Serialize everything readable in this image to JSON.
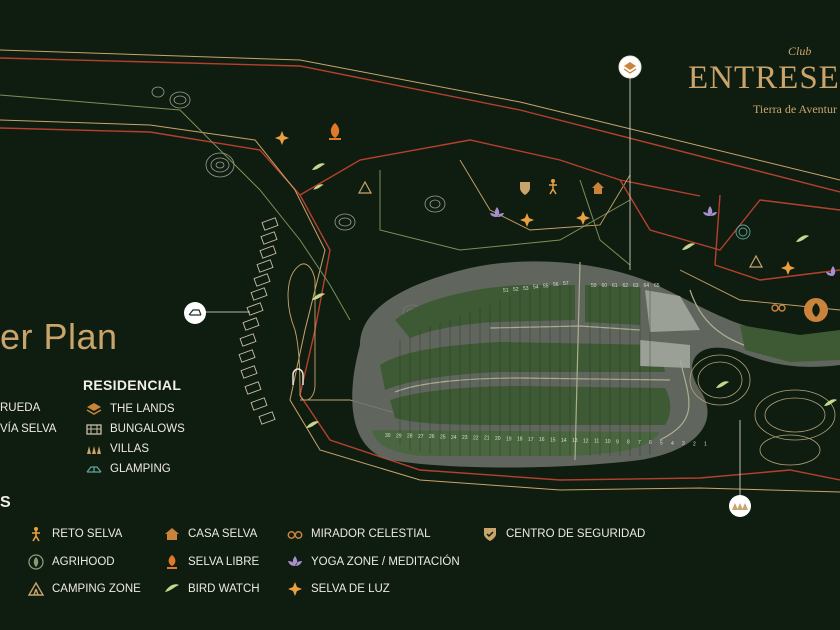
{
  "brand": {
    "club": "Club",
    "name": "ENTRESEL",
    "tagline": "Tierra de Aventur"
  },
  "title": "er Plan",
  "residential": {
    "heading": "RESIDENCIAL",
    "items": [
      {
        "label": "THE LANDS",
        "icon": "layers-icon"
      },
      {
        "label": "BUNGALOWS",
        "icon": "bungalow-icon"
      },
      {
        "label": "VILLAS",
        "icon": "villas-icon"
      },
      {
        "label": "GLAMPING",
        "icon": "glamping-icon"
      }
    ]
  },
  "left_legend": [
    "RUEDA",
    "VÍA SELVA"
  ],
  "amenities_heading": "S",
  "amenities": [
    {
      "label": "RETO SELVA",
      "icon": "hiker-icon"
    },
    {
      "label": "AGRIHOOD",
      "icon": "leaf-icon"
    },
    {
      "label": "CAMPING ZONE",
      "icon": "tent-icon"
    },
    {
      "label": "CASA SELVA",
      "icon": "house-icon"
    },
    {
      "label": "SELVA LIBRE",
      "icon": "flame-icon"
    },
    {
      "label": "BIRD WATCH",
      "icon": "bird-icon"
    },
    {
      "label": "MIRADOR CELESTIAL",
      "icon": "binoculars-icon"
    },
    {
      "label": "YOGA ZONE / MEDITACIÓN",
      "icon": "lotus-icon"
    },
    {
      "label": "SELVA DE LUZ",
      "icon": "sparkle-icon"
    },
    {
      "label": "CENTRO DE SEGURIDAD",
      "icon": "shield-icon"
    }
  ],
  "lot_labels": {
    "top_row": [
      "59",
      "60",
      "61",
      "62",
      "63",
      "64",
      "65"
    ],
    "top_row_left": [
      "57",
      "56",
      "55",
      "54",
      "53",
      "52",
      "51"
    ],
    "bottom_row": [
      "30",
      "29",
      "28",
      "27",
      "26",
      "25",
      "24",
      "23",
      "22",
      "21",
      "20",
      "19",
      "18",
      "17",
      "16",
      "15",
      "14",
      "13",
      "12",
      "11",
      "10",
      "9",
      "8",
      "7",
      "6",
      "5",
      "4",
      "3",
      "2",
      "1"
    ]
  },
  "colors": {
    "background": "#0f1d10",
    "gold": "#c9a46b",
    "red_line": "#b5402e",
    "lot_dark": "#3e5a35",
    "lot_light": "#8f968c",
    "lot_grey": "#6e736b"
  }
}
